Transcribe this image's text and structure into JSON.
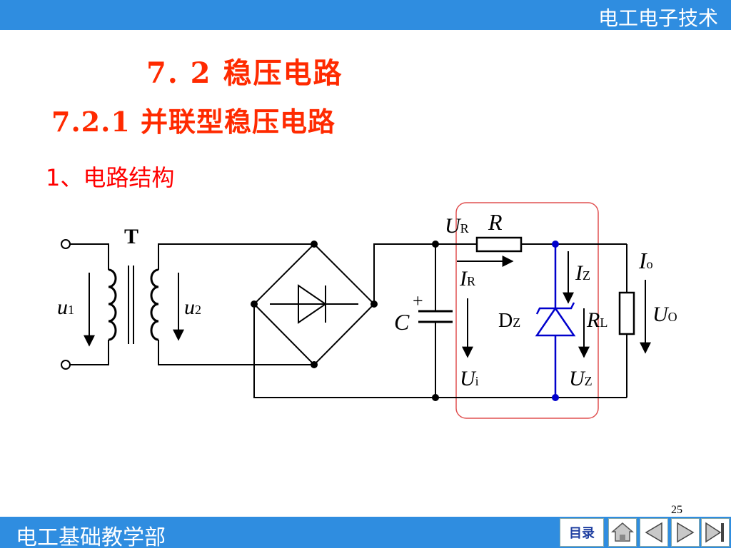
{
  "header": {
    "course": "电工电子技术"
  },
  "titles": {
    "chapter": "7. 2  稳压电路",
    "subsection": "7.2.1  并联型稳压电路",
    "item": "1、电路结构"
  },
  "circuit": {
    "transformer": "T",
    "u1_main": "u",
    "u1_sub": "1",
    "u2_main": "u",
    "u2_sub": "2",
    "capacitor": "C",
    "plus": "+",
    "ur_main": "U",
    "ur_sub": "R",
    "r": "R",
    "ir_main": "I",
    "ir_sub": "R",
    "ui_main": "U",
    "ui_sub": "i",
    "iz_main": "I",
    "iz_sub": "Z",
    "dz_main": "D",
    "dz_sub": "Z",
    "uz_main": "U",
    "uz_sub": "Z",
    "rl_main": "R",
    "rl_sub": "L",
    "io_main": "I",
    "io_sub": "o",
    "uo_main": "U",
    "uo_sub": "O"
  },
  "footer": {
    "page_number": "25",
    "department": "电工基础教学部",
    "toc_label": "目录"
  },
  "colors": {
    "bar": "#2f8de0",
    "title": "#ff2a00",
    "zener": "#0000cc",
    "highlight": "#e05050"
  },
  "icons": {
    "home": "home-icon",
    "prev": "prev-icon",
    "next": "next-icon",
    "last": "last-icon"
  }
}
